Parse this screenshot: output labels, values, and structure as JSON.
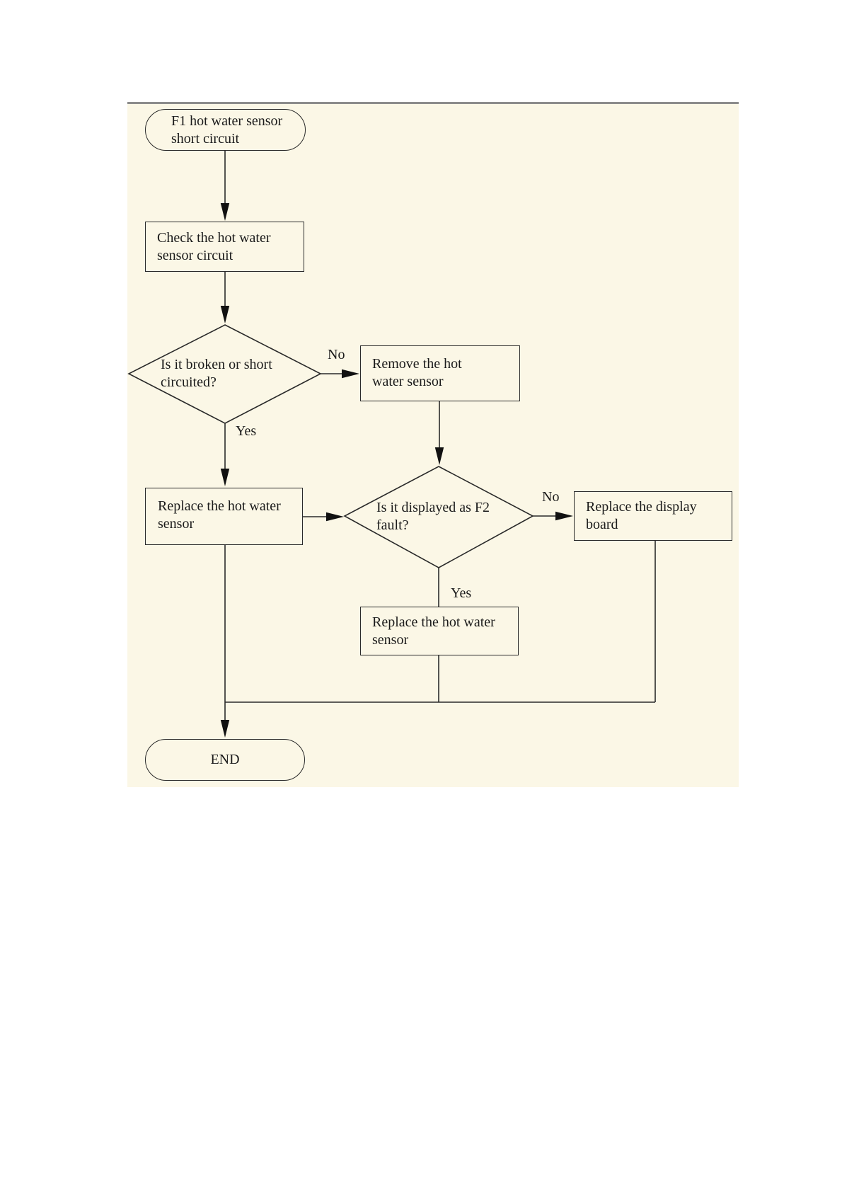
{
  "colors": {
    "panel_background": "#fbf7e6",
    "line": "#2a2a2a",
    "top_divider": "#8c8c8c",
    "text": "#1b1b1b"
  },
  "flowchart": {
    "nodes": {
      "start": "F1 hot water sensor short circuit",
      "check": "Check the hot water sensor circuit",
      "decision1": "Is it broken or short circuited?",
      "remove": "Remove the hot water sensor",
      "replace1": "Replace the hot water sensor",
      "decision2": "Is it displayed as F2 fault?",
      "replace_display": "Replace the display board",
      "replace2": "Replace the hot water sensor",
      "end": "END"
    },
    "edge_labels": {
      "decision1_no": "No",
      "decision1_yes": "Yes",
      "decision2_no": "No",
      "decision2_yes": "Yes"
    }
  }
}
